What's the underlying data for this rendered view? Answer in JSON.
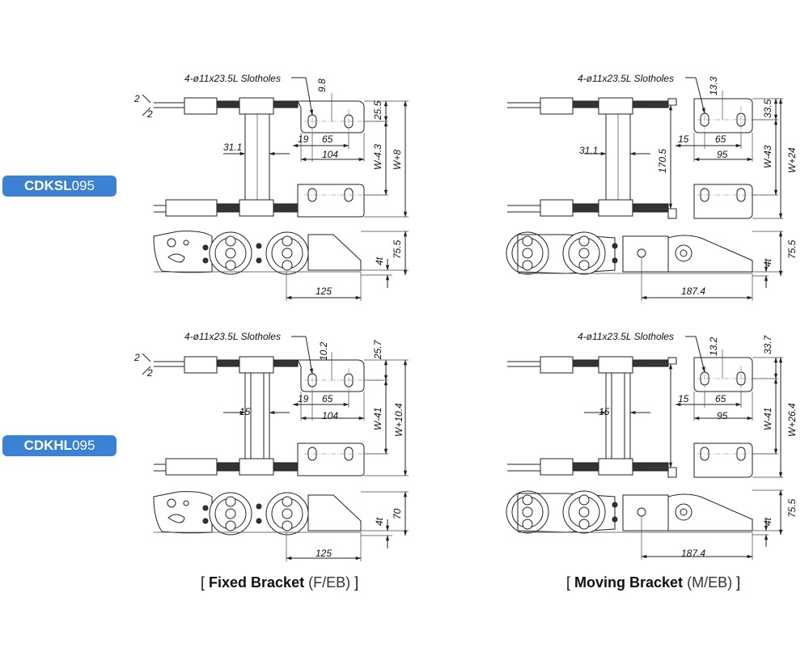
{
  "badges": {
    "top": {
      "series": "CDKSL",
      "size": "095"
    },
    "bottom": {
      "series": "CDKHL",
      "size": "095"
    }
  },
  "captions": {
    "fixed": {
      "name": "Fixed Bracket",
      "code": "(F/EB)",
      "open": "[ ",
      "close": " ]"
    },
    "moving": {
      "name": "Moving Bracket",
      "code": "(M/EB)",
      "open": "[ ",
      "close": " ]"
    }
  },
  "views": {
    "fixed_top": {
      "slot_note": "4-ø11x23.5L Slotholes",
      "d_pitch": "9.8",
      "d_offset": "19",
      "d_slot": "65",
      "d_base": "104",
      "d_edge": "25.5",
      "d_inner": "W-4.3",
      "d_outer": "W+8",
      "d_gap": "31.1",
      "d_side_a": "2",
      "d_side_b": "2",
      "d_height": "75.5",
      "d_thick": "4t",
      "d_length": "125"
    },
    "moving_top": {
      "slot_note": "4-ø11x23.5L Slotholes",
      "d_pitch": "13.3",
      "d_offset": "15",
      "d_slot": "65",
      "d_base": "95",
      "d_edge": "33.5",
      "d_inner": "W-43",
      "d_outer": "W+24",
      "d_gap": "31.1",
      "d_span": "170.5",
      "d_height": "75.5",
      "d_thick": "4t",
      "d_length": "187.4"
    },
    "fixed_bottom": {
      "slot_note": "4-ø11x23.5L Slotholes",
      "d_pitch": "10.2",
      "d_offset": "19",
      "d_slot": "65",
      "d_base": "104",
      "d_edge": "25.7",
      "d_inner": "W-41",
      "d_outer": "W+10.4",
      "d_gap": "15",
      "d_side_a": "2",
      "d_side_b": "2",
      "d_height": "70",
      "d_thick": "4t",
      "d_length": "125"
    },
    "moving_bottom": {
      "slot_note": "4-ø11x23.5L Slotholes",
      "d_pitch": "13.2",
      "d_offset": "15",
      "d_slot": "65",
      "d_base": "95",
      "d_edge": "33.7",
      "d_inner": "W-41",
      "d_outer": "W+26.4",
      "d_gap": "15",
      "d_height": "75.5",
      "d_thick": "4t",
      "d_length": "187.4"
    }
  }
}
